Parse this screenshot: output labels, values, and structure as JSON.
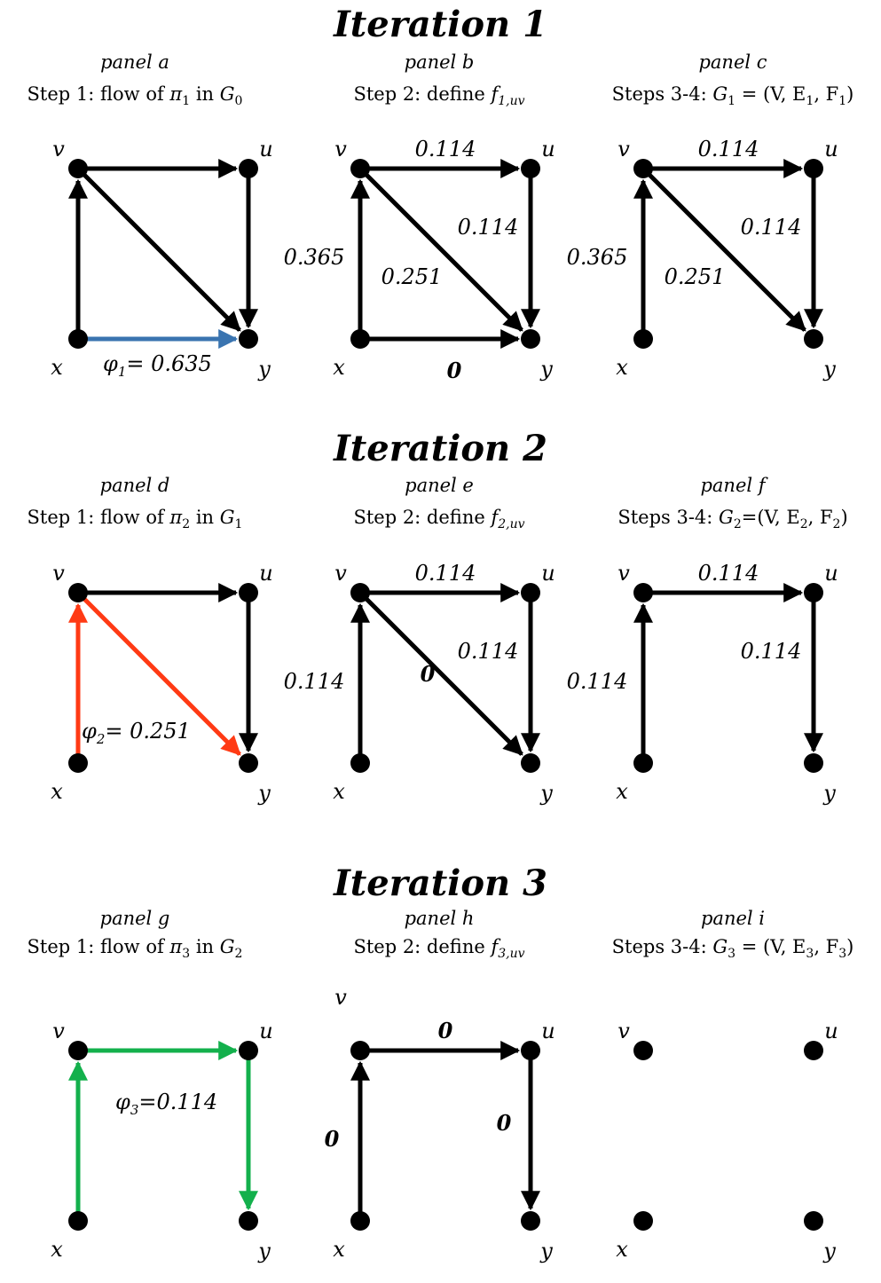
{
  "iterations": [
    {
      "title": "Iteration 1",
      "panels": [
        {
          "label": "panel a",
          "step": {
            "prefix": "Step 1: flow of ",
            "symbol": "π",
            "sub": "1",
            "mid": " in ",
            "g": "G",
            "gsub": "0",
            "suffix": ""
          }
        },
        {
          "label": "panel b",
          "step": {
            "prefix": "Step 2: define ",
            "symbol": "f",
            "sub": "1,uv",
            "mid": "",
            "g": "",
            "gsub": "",
            "suffix": ""
          }
        },
        {
          "label": "panel c",
          "step": {
            "prefix": "Steps 3-4: ",
            "symbol": "G",
            "sub": "1",
            "mid": " = (V, E",
            "g": "",
            "gsub": "1",
            "suffix": ", F",
            "fsub": "1",
            "end": ")"
          }
        }
      ]
    },
    {
      "title": "Iteration 2",
      "panels": [
        {
          "label": "panel d",
          "step": {
            "prefix": "Step 1: flow of ",
            "symbol": "π",
            "sub": "2",
            "mid": " in ",
            "g": "G",
            "gsub": "1",
            "suffix": ""
          }
        },
        {
          "label": "panel e",
          "step": {
            "prefix": "Step 2: define ",
            "symbol": "f",
            "sub": "2,uv",
            "mid": "",
            "g": "",
            "gsub": "",
            "suffix": ""
          }
        },
        {
          "label": "panel f",
          "step": {
            "prefix": "Steps 3-4: ",
            "symbol": "G",
            "sub": "2",
            "mid": "=(V, E",
            "g": "",
            "gsub": "2",
            "suffix": ", F",
            "fsub": "2",
            "end": ")"
          }
        }
      ]
    },
    {
      "title": "Iteration 3",
      "panels": [
        {
          "label": "panel g",
          "step": {
            "prefix": "Step 1: flow of ",
            "symbol": "π",
            "sub": "3",
            "mid": " in ",
            "g": "G",
            "gsub": "2",
            "suffix": ""
          }
        },
        {
          "label": "panel h",
          "step": {
            "prefix": "Step 2: define ",
            "symbol": "f",
            "sub": "3,uv",
            "mid": "",
            "g": "",
            "gsub": "",
            "suffix": ""
          }
        },
        {
          "label": "panel i",
          "step": {
            "prefix": "Steps 3-4: ",
            "symbol": "G",
            "sub": "3",
            "mid": " = (V, E",
            "g": "",
            "gsub": "3",
            "suffix": ", F",
            "fsub": "3",
            "end": ")"
          }
        }
      ]
    }
  ],
  "node_labels": {
    "v": "v",
    "u": "u",
    "x": "x",
    "y": "y"
  },
  "colors": {
    "black": "#000000",
    "blue": "#3a74b0",
    "red": "#ff3a14",
    "green": "#13b04c"
  },
  "graphs": {
    "a": {
      "edges": [
        {
          "from": "x",
          "to": "v",
          "color": "black"
        },
        {
          "from": "v",
          "to": "u",
          "color": "black"
        },
        {
          "from": "v",
          "to": "y",
          "color": "black"
        },
        {
          "from": "u",
          "to": "y",
          "color": "black"
        },
        {
          "from": "x",
          "to": "y",
          "color": "blue"
        }
      ],
      "flow": {
        "symbol": "φ",
        "sub": "1",
        "text": "= 0.635"
      }
    },
    "b": {
      "edges": [
        {
          "from": "x",
          "to": "v",
          "color": "black",
          "w": "0.365"
        },
        {
          "from": "v",
          "to": "u",
          "color": "black",
          "w": "0.114"
        },
        {
          "from": "v",
          "to": "y",
          "color": "black",
          "w": "0.251"
        },
        {
          "from": "u",
          "to": "y",
          "color": "black",
          "w": "0.114"
        },
        {
          "from": "x",
          "to": "y",
          "color": "black",
          "w": "0",
          "bold": true
        }
      ]
    },
    "c": {
      "edges": [
        {
          "from": "x",
          "to": "v",
          "color": "black",
          "w": "0.365"
        },
        {
          "from": "v",
          "to": "u",
          "color": "black",
          "w": "0.114"
        },
        {
          "from": "v",
          "to": "y",
          "color": "black",
          "w": "0.251"
        },
        {
          "from": "u",
          "to": "y",
          "color": "black",
          "w": "0.114"
        }
      ]
    },
    "d": {
      "edges": [
        {
          "from": "x",
          "to": "v",
          "color": "red"
        },
        {
          "from": "v",
          "to": "u",
          "color": "black"
        },
        {
          "from": "v",
          "to": "y",
          "color": "red"
        },
        {
          "from": "u",
          "to": "y",
          "color": "black"
        }
      ],
      "flow": {
        "symbol": "φ",
        "sub": "2",
        "text": "= 0.251"
      }
    },
    "e": {
      "edges": [
        {
          "from": "x",
          "to": "v",
          "color": "black",
          "w": "0.114"
        },
        {
          "from": "v",
          "to": "u",
          "color": "black",
          "w": "0.114"
        },
        {
          "from": "v",
          "to": "y",
          "color": "black",
          "w": "0",
          "bold": true
        },
        {
          "from": "u",
          "to": "y",
          "color": "black",
          "w": "0.114"
        }
      ]
    },
    "f": {
      "edges": [
        {
          "from": "x",
          "to": "v",
          "color": "black",
          "w": "0.114"
        },
        {
          "from": "v",
          "to": "u",
          "color": "black",
          "w": "0.114"
        },
        {
          "from": "u",
          "to": "y",
          "color": "black",
          "w": "0.114"
        }
      ]
    },
    "g": {
      "edges": [
        {
          "from": "x",
          "to": "v",
          "color": "green"
        },
        {
          "from": "v",
          "to": "u",
          "color": "green"
        },
        {
          "from": "u",
          "to": "y",
          "color": "green"
        }
      ],
      "flow": {
        "symbol": "φ",
        "sub": "3",
        "text": "=0.114"
      }
    },
    "h": {
      "edges": [
        {
          "from": "x",
          "to": "v",
          "color": "black",
          "w": "0",
          "bold": true
        },
        {
          "from": "v",
          "to": "u",
          "color": "black",
          "w": "0",
          "bold": true
        },
        {
          "from": "u",
          "to": "y",
          "color": "black",
          "w": "0",
          "bold": true
        }
      ],
      "extra_v": "v"
    },
    "i": {
      "edges": []
    }
  }
}
